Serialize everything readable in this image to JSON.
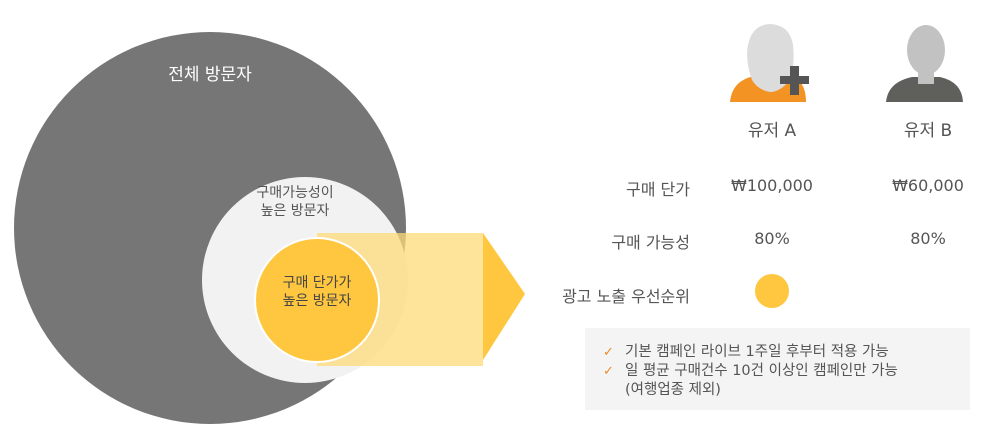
{
  "venn": {
    "outer_label": "전체 방문자",
    "middle_label_line1": "구매가능성이",
    "middle_label_line2": "높은 방문자",
    "inner_label_line1": "구매 단가가",
    "inner_label_line2": "높은 방문자"
  },
  "users": [
    {
      "name": "유저 A",
      "icon": "user-add-icon",
      "color": "#f39323"
    },
    {
      "name": "유저 B",
      "icon": "user-icon",
      "color": "#5f5f5c"
    }
  ],
  "rows": [
    {
      "label": "구매 단가",
      "a": "₩100,000",
      "b": "₩60,000"
    },
    {
      "label": "구매 가능성",
      "a": "80%",
      "b": "80%"
    },
    {
      "label": "광고 노출 우선순위"
    }
  ],
  "notes": [
    "기본 캠페인 라이브 1주일 후부터 적용 가능",
    "일 평균 구매건수 10건 이상인 캠페인만 가능",
    "(여행업종 제외)"
  ],
  "colors": {
    "outer": "#767676",
    "middle": "#f2f2f2",
    "inner": "#fec73f",
    "check": "#f08a24"
  }
}
